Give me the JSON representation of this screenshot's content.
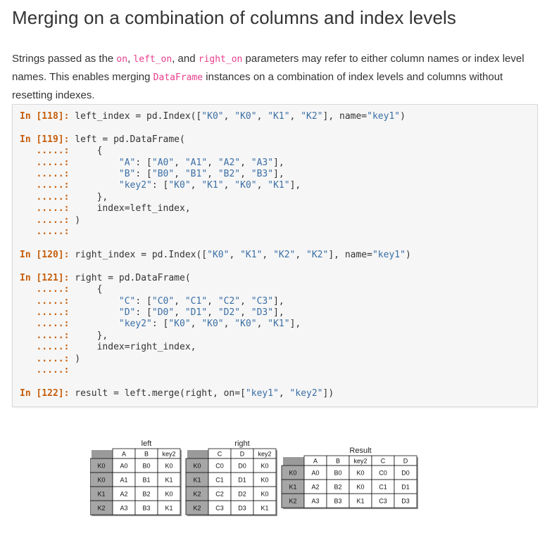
{
  "heading": "Merging on a combination of columns and index levels",
  "paragraph": [
    {
      "t": "Strings passed as the ",
      "code": false
    },
    {
      "t": "on",
      "code": true
    },
    {
      "t": ", ",
      "code": false
    },
    {
      "t": "left_on",
      "code": true
    },
    {
      "t": ", and ",
      "code": false
    },
    {
      "t": "right_on",
      "code": true
    },
    {
      "t": " parameters may refer to either column names or index level names. This enables merging ",
      "code": false
    },
    {
      "t": "DataFrame",
      "code": true
    },
    {
      "t": " instances on a combination of index levels and columns without resetting indexes.",
      "code": false
    }
  ],
  "code_lines": [
    [
      [
        "pr",
        "In [118]: "
      ],
      [
        "txt",
        "left_index = pd.Index(["
      ],
      [
        "str",
        "\"K0\""
      ],
      [
        "txt",
        ", "
      ],
      [
        "str",
        "\"K0\""
      ],
      [
        "txt",
        ", "
      ],
      [
        "str",
        "\"K1\""
      ],
      [
        "txt",
        ", "
      ],
      [
        "str",
        "\"K2\""
      ],
      [
        "txt",
        "], name="
      ],
      [
        "str",
        "\"key1\""
      ],
      [
        "txt",
        ")"
      ]
    ],
    [],
    [
      [
        "pr",
        "In [119]: "
      ],
      [
        "txt",
        "left = pd.DataFrame("
      ]
    ],
    [
      [
        "pr",
        "   .....: "
      ],
      [
        "txt",
        "    {"
      ]
    ],
    [
      [
        "pr",
        "   .....: "
      ],
      [
        "txt",
        "        "
      ],
      [
        "str",
        "\"A\""
      ],
      [
        "txt",
        ": ["
      ],
      [
        "str",
        "\"A0\""
      ],
      [
        "txt",
        ", "
      ],
      [
        "str",
        "\"A1\""
      ],
      [
        "txt",
        ", "
      ],
      [
        "str",
        "\"A2\""
      ],
      [
        "txt",
        ", "
      ],
      [
        "str",
        "\"A3\""
      ],
      [
        "txt",
        "],"
      ]
    ],
    [
      [
        "pr",
        "   .....: "
      ],
      [
        "txt",
        "        "
      ],
      [
        "str",
        "\"B\""
      ],
      [
        "txt",
        ": ["
      ],
      [
        "str",
        "\"B0\""
      ],
      [
        "txt",
        ", "
      ],
      [
        "str",
        "\"B1\""
      ],
      [
        "txt",
        ", "
      ],
      [
        "str",
        "\"B2\""
      ],
      [
        "txt",
        ", "
      ],
      [
        "str",
        "\"B3\""
      ],
      [
        "txt",
        "],"
      ]
    ],
    [
      [
        "pr",
        "   .....: "
      ],
      [
        "txt",
        "        "
      ],
      [
        "str",
        "\"key2\""
      ],
      [
        "txt",
        ": ["
      ],
      [
        "str",
        "\"K0\""
      ],
      [
        "txt",
        ", "
      ],
      [
        "str",
        "\"K1\""
      ],
      [
        "txt",
        ", "
      ],
      [
        "str",
        "\"K0\""
      ],
      [
        "txt",
        ", "
      ],
      [
        "str",
        "\"K1\""
      ],
      [
        "txt",
        "],"
      ]
    ],
    [
      [
        "pr",
        "   .....: "
      ],
      [
        "txt",
        "    },"
      ]
    ],
    [
      [
        "pr",
        "   .....: "
      ],
      [
        "txt",
        "    index=left_index,"
      ]
    ],
    [
      [
        "pr",
        "   .....: "
      ],
      [
        "txt",
        ")"
      ]
    ],
    [
      [
        "pr",
        "   .....: "
      ]
    ],
    [],
    [
      [
        "pr",
        "In [120]: "
      ],
      [
        "txt",
        "right_index = pd.Index(["
      ],
      [
        "str",
        "\"K0\""
      ],
      [
        "txt",
        ", "
      ],
      [
        "str",
        "\"K1\""
      ],
      [
        "txt",
        ", "
      ],
      [
        "str",
        "\"K2\""
      ],
      [
        "txt",
        ", "
      ],
      [
        "str",
        "\"K2\""
      ],
      [
        "txt",
        "], name="
      ],
      [
        "str",
        "\"key1\""
      ],
      [
        "txt",
        ")"
      ]
    ],
    [],
    [
      [
        "pr",
        "In [121]: "
      ],
      [
        "txt",
        "right = pd.DataFrame("
      ]
    ],
    [
      [
        "pr",
        "   .....: "
      ],
      [
        "txt",
        "    {"
      ]
    ],
    [
      [
        "pr",
        "   .....: "
      ],
      [
        "txt",
        "        "
      ],
      [
        "str",
        "\"C\""
      ],
      [
        "txt",
        ": ["
      ],
      [
        "str",
        "\"C0\""
      ],
      [
        "txt",
        ", "
      ],
      [
        "str",
        "\"C1\""
      ],
      [
        "txt",
        ", "
      ],
      [
        "str",
        "\"C2\""
      ],
      [
        "txt",
        ", "
      ],
      [
        "str",
        "\"C3\""
      ],
      [
        "txt",
        "],"
      ]
    ],
    [
      [
        "pr",
        "   .....: "
      ],
      [
        "txt",
        "        "
      ],
      [
        "str",
        "\"D\""
      ],
      [
        "txt",
        ": ["
      ],
      [
        "str",
        "\"D0\""
      ],
      [
        "txt",
        ", "
      ],
      [
        "str",
        "\"D1\""
      ],
      [
        "txt",
        ", "
      ],
      [
        "str",
        "\"D2\""
      ],
      [
        "txt",
        ", "
      ],
      [
        "str",
        "\"D3\""
      ],
      [
        "txt",
        "],"
      ]
    ],
    [
      [
        "pr",
        "   .....: "
      ],
      [
        "txt",
        "        "
      ],
      [
        "str",
        "\"key2\""
      ],
      [
        "txt",
        ": ["
      ],
      [
        "str",
        "\"K0\""
      ],
      [
        "txt",
        ", "
      ],
      [
        "str",
        "\"K0\""
      ],
      [
        "txt",
        ", "
      ],
      [
        "str",
        "\"K0\""
      ],
      [
        "txt",
        ", "
      ],
      [
        "str",
        "\"K1\""
      ],
      [
        "txt",
        "],"
      ]
    ],
    [
      [
        "pr",
        "   .....: "
      ],
      [
        "txt",
        "    },"
      ]
    ],
    [
      [
        "pr",
        "   .....: "
      ],
      [
        "txt",
        "    index=right_index,"
      ]
    ],
    [
      [
        "pr",
        "   .....: "
      ],
      [
        "txt",
        ")"
      ]
    ],
    [
      [
        "pr",
        "   .....: "
      ]
    ],
    [],
    [
      [
        "pr",
        "In [122]: "
      ],
      [
        "txt",
        "result = left.merge(right, on=["
      ],
      [
        "str",
        "\"key1\""
      ],
      [
        "txt",
        ", "
      ],
      [
        "str",
        "\"key2\""
      ],
      [
        "txt",
        "])"
      ]
    ]
  ],
  "figure": {
    "tables": [
      {
        "title": "left",
        "columns": [
          "A",
          "B",
          "key2"
        ],
        "index": [
          "K0",
          "K0",
          "K1",
          "K2"
        ],
        "rows": [
          [
            "A0",
            "B0",
            "K0"
          ],
          [
            "A1",
            "B1",
            "K1"
          ],
          [
            "A2",
            "B2",
            "K0"
          ],
          [
            "A3",
            "B3",
            "K1"
          ]
        ]
      },
      {
        "title": "right",
        "columns": [
          "C",
          "D",
          "key2"
        ],
        "index": [
          "K0",
          "K1",
          "K2",
          "K2"
        ],
        "rows": [
          [
            "C0",
            "D0",
            "K0"
          ],
          [
            "C1",
            "D1",
            "K0"
          ],
          [
            "C2",
            "D2",
            "K0"
          ],
          [
            "C3",
            "D3",
            "K1"
          ]
        ]
      },
      {
        "title": "Result",
        "columns": [
          "A",
          "B",
          "key2",
          "C",
          "D"
        ],
        "index": [
          "K0",
          "K1",
          "K2"
        ],
        "rows": [
          [
            "A0",
            "B0",
            "K0",
            "C0",
            "D0"
          ],
          [
            "A2",
            "B2",
            "K0",
            "C1",
            "D1"
          ],
          [
            "A3",
            "B3",
            "K1",
            "C3",
            "D3"
          ]
        ]
      }
    ]
  },
  "colors": {
    "prompt": "#c65d09",
    "string": "#3a6ea5",
    "inline_code": "#e83e8c",
    "index_fill": "#a6a6a6"
  }
}
